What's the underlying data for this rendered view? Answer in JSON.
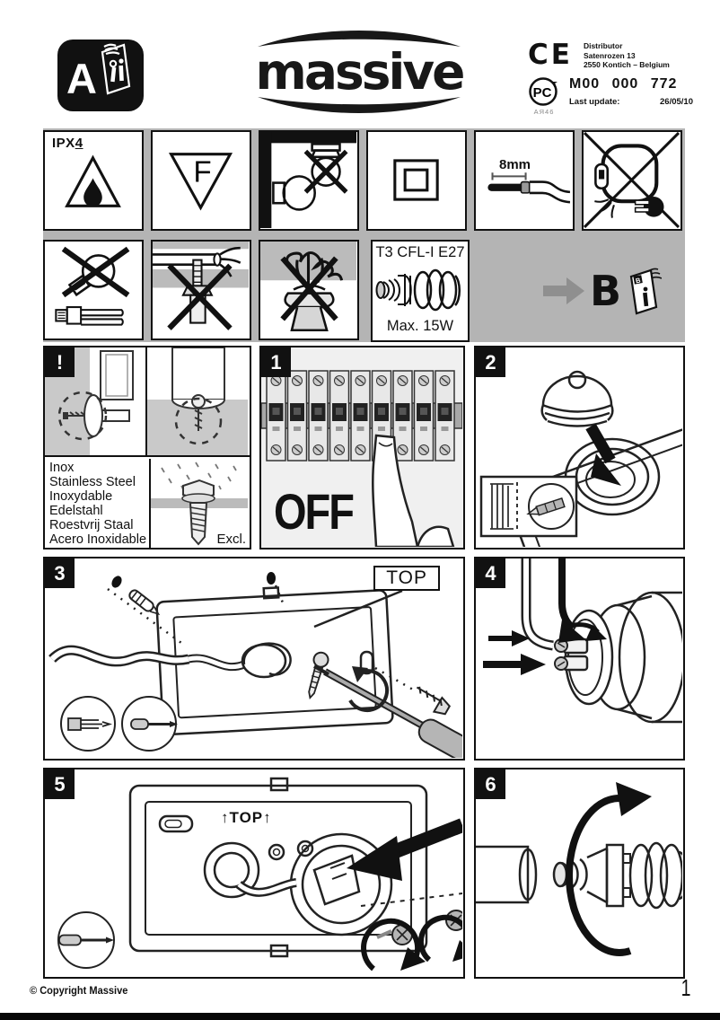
{
  "colors": {
    "panel_gray": "#b4b4b4",
    "ink": "#111111",
    "arrow_gray": "#8f8f8f"
  },
  "header": {
    "manual_letter": "A",
    "booklet_glyph": "i",
    "brand": "massive",
    "ce_label": "CE",
    "distributor": {
      "label": "Distributor",
      "address_line1": "Satenrozen 13",
      "address_line2": "2550 Kontich – Belgium"
    },
    "certification": {
      "mark_letters": "PC",
      "mark_small_letter": "Т",
      "code": "AЯ46"
    },
    "model_number": "M00 000 772",
    "last_update_label": "Last update:",
    "last_update_value": "26/05/10"
  },
  "symbol_grid": {
    "row1": [
      {
        "name": "ipx4-rating",
        "text": "IPX",
        "suffix": "4"
      },
      {
        "name": "f-mark",
        "letter": "F"
      },
      {
        "name": "wall-mount-only"
      },
      {
        "name": "class-ii-double-insulated"
      },
      {
        "name": "strip-length",
        "text": "8mm"
      },
      {
        "name": "no-cord-switch-plug"
      }
    ],
    "row2": [
      {
        "name": "no-incandescent-lamp"
      },
      {
        "name": "no-concealed-cable-drilling"
      },
      {
        "name": "no-cable-tangle"
      },
      {
        "name": "lamp-spec",
        "title": "T3 CFL-I E27",
        "max_wattage": "Max. 15W"
      },
      {
        "name": "see-booklet",
        "arrow_letter": "B",
        "booklet_cover_letter": "B"
      }
    ]
  },
  "warning_panel": {
    "badge": "!",
    "materials": [
      "Inox",
      "Stainless Steel",
      "Inoxydable",
      "Edelstahl",
      "Roestvrij Staal",
      "Acero Inoxidable"
    ],
    "excluded_label": "Excl."
  },
  "steps": [
    {
      "number": "1",
      "power_label": "OFF"
    },
    {
      "number": "2"
    },
    {
      "number": "3",
      "top_label": "TOP"
    },
    {
      "number": "4"
    },
    {
      "number": "5",
      "top_label": "↑TOP↑"
    },
    {
      "number": "6"
    }
  ],
  "footer": {
    "copyright": "© Copyright Massive",
    "page_number": "1"
  }
}
